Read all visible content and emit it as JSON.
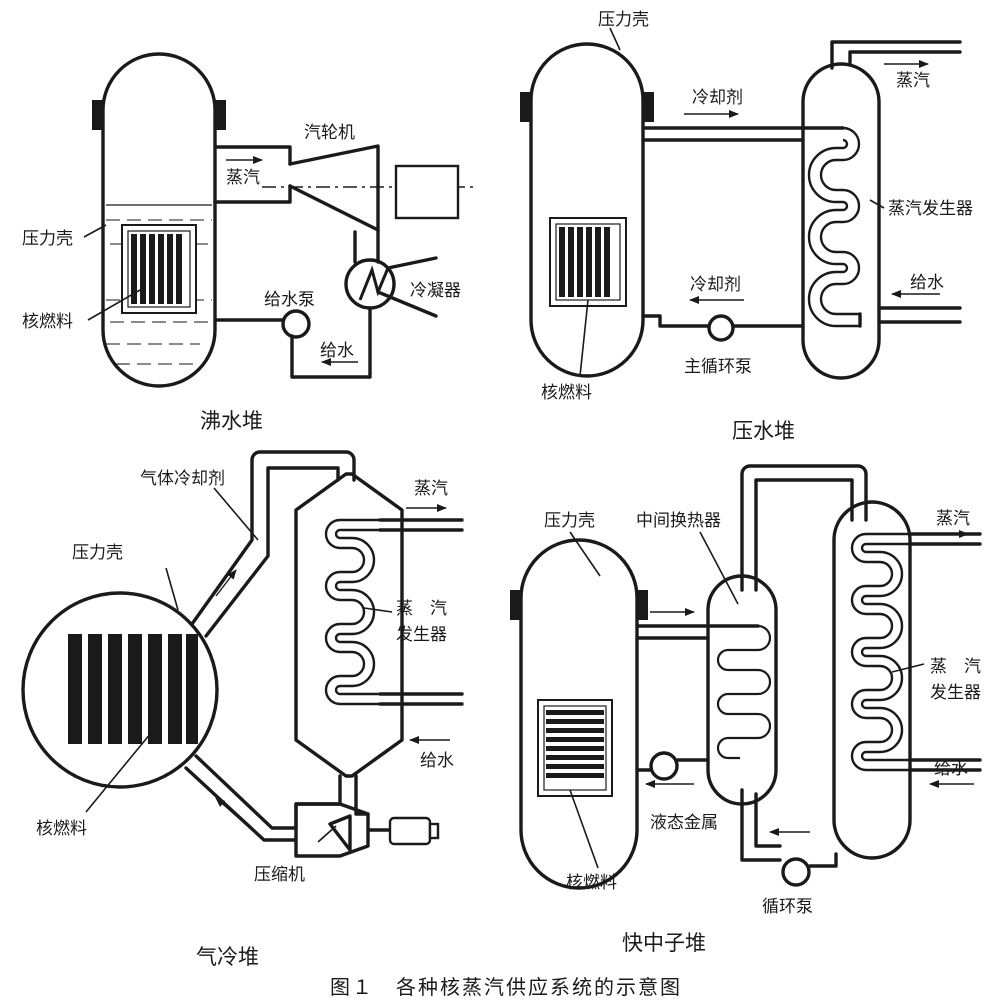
{
  "figure": {
    "caption": "图１　各种核蒸汽供应系统的示意图"
  },
  "panels": {
    "bwr": {
      "title": "沸水堆",
      "labels": {
        "turbine": "汽轮机",
        "steam": "蒸汽",
        "pressure_vessel": "压力壳",
        "nuclear_fuel": "核燃料",
        "feed_pump": "给水泵",
        "condenser": "冷凝器",
        "feedwater": "给水"
      }
    },
    "pwr": {
      "title": "压水堆",
      "labels": {
        "pressure_vessel": "压力壳",
        "coolant_out": "冷却剂",
        "steam": "蒸汽",
        "steam_generator": "蒸汽发生器",
        "coolant_return": "冷却剂",
        "feedwater": "给水",
        "main_pump": "主循环泵",
        "nuclear_fuel": "核燃料"
      }
    },
    "gcr": {
      "title": "气冷堆",
      "labels": {
        "gas_coolant": "气体冷却剂",
        "steam": "蒸汽",
        "pressure_vessel": "压力壳",
        "steam_generator_line1": "蒸　汽",
        "steam_generator_line2": "发生器",
        "feedwater": "给水",
        "nuclear_fuel": "核燃料",
        "compressor": "压缩机"
      }
    },
    "fbr": {
      "title": "快中子堆",
      "labels": {
        "pressure_vessel": "压力壳",
        "intermediate_hx": "中间换热器",
        "steam": "蒸汽",
        "steam_generator_line1": "蒸　汽",
        "steam_generator_line2": "发生器",
        "feedwater": "给水",
        "liquid_metal": "液态金属",
        "nuclear_fuel": "核燃料",
        "circ_pump": "循环泵"
      }
    }
  }
}
